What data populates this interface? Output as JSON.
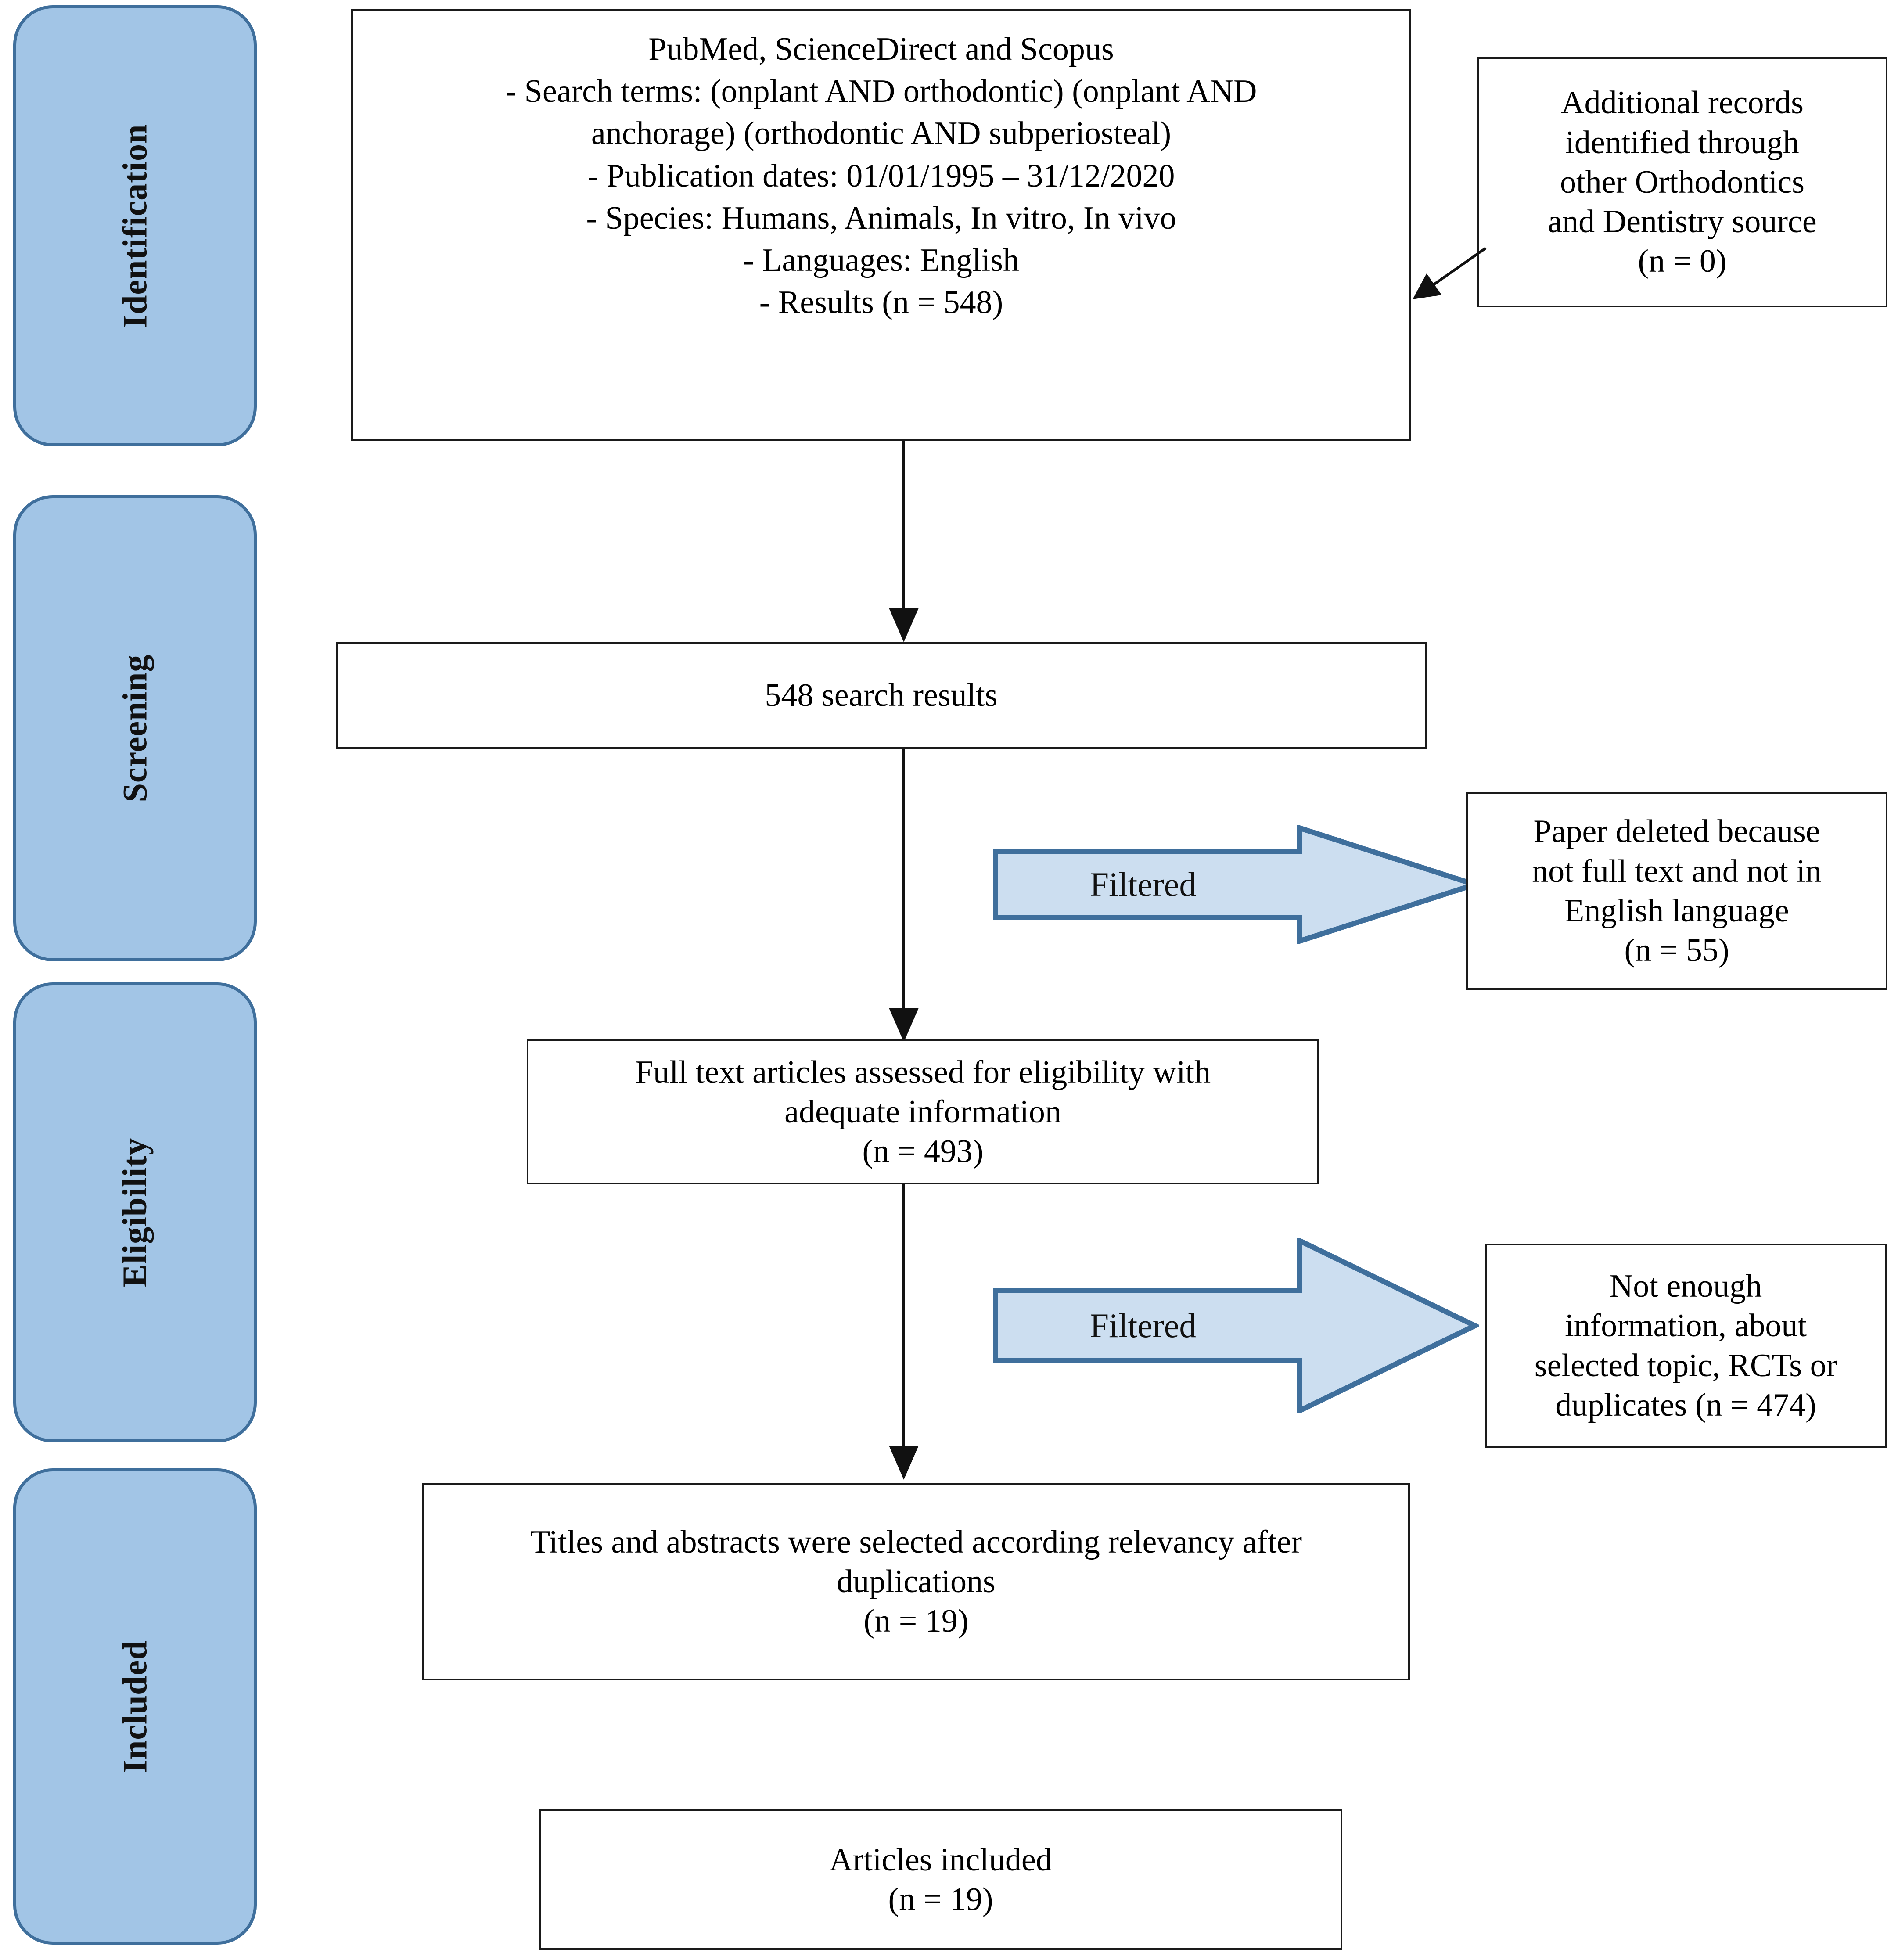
{
  "diagram": {
    "type": "prisma-flow-diagram",
    "stages": [
      {
        "id": "identification",
        "label": "Identification"
      },
      {
        "id": "screening",
        "label": "Screening"
      },
      {
        "id": "eligibility",
        "label": "Eligibility"
      },
      {
        "id": "included",
        "label": "Included"
      }
    ],
    "colors": {
      "stage_fill": "#A2C5E6",
      "stage_border": "#3F6F9C",
      "arrow_fill": "#CCDEF0",
      "arrow_border": "#3F6F9C",
      "box_border": "#1A1A1A",
      "box_fill": "#FFFFFF",
      "text": "#111111"
    },
    "boxes": {
      "sources": {
        "name": "databases-and-search-strategy",
        "lines": [
          "PubMed, ScienceDirect and Scopus",
          "-    Search terms: (onplant AND orthodontic) (onplant AND",
          "anchorage) (orthodontic AND subperiosteal)",
          "-    Publication dates: 01/01/1995 – 31/12/2020",
          "- Species: Humans, Animals, In vitro, In vivo",
          "- Languages: English",
          "- Results (n = 548)"
        ]
      },
      "additional_records": {
        "name": "additional-records",
        "lines": [
          "Additional records",
          "identified through",
          "other Orthodontics",
          "and Dentistry source",
          "(n = 0)"
        ]
      },
      "search_results": {
        "name": "search-results",
        "lines": [
          "548 search results"
        ]
      },
      "excluded_not_fulltext": {
        "name": "excluded-not-fulltext-not-english",
        "lines": [
          "Paper deleted because",
          "not full text and not in",
          "English language",
          "(n = 55)"
        ]
      },
      "fulltext_assessed": {
        "name": "fulltext-assessed-for-eligibility",
        "lines": [
          "Full text articles assessed for eligibility with",
          "adequate information",
          "(n = 493)"
        ]
      },
      "excluded_not_enough_info": {
        "name": "excluded-not-enough-information",
        "lines": [
          "Not enough",
          "information, about",
          "selected topic, RCTs or",
          "duplicates (n = 474)"
        ]
      },
      "titles_abstracts": {
        "name": "titles-and-abstracts-selected",
        "lines": [
          "Titles and abstracts were selected according relevancy after",
          "duplications",
          "(n = 19)"
        ]
      },
      "articles_included": {
        "name": "articles-included",
        "lines": [
          "Articles included",
          "(n = 19)"
        ]
      }
    },
    "filter_arrows": [
      {
        "id": "filter-screening",
        "label": "Filtered"
      },
      {
        "id": "filter-eligibility",
        "label": "Filtered"
      }
    ],
    "counts": {
      "search_results": 548,
      "additional_records": 0,
      "excluded_not_fulltext": 55,
      "fulltext_assessed": 493,
      "excluded_not_enough_info": 474,
      "titles_abstracts_selected": 19,
      "articles_included": 19
    }
  }
}
